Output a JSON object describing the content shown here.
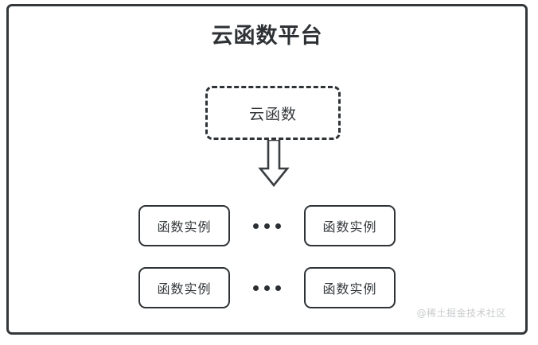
{
  "diagram": {
    "platform": {
      "title": "云函数平台",
      "border_color": "#33373a"
    },
    "cloud_function": {
      "label": "云函数",
      "style": "dashed",
      "border_color": "#2f3336"
    },
    "arrow": {
      "icon": "down-block-arrow-icon",
      "direction": "down",
      "color": "#3a3e41"
    },
    "instance_rows": [
      {
        "left": {
          "label": "函数实例"
        },
        "separator": {
          "icon": "ellipsis-icon",
          "text": "•••",
          "dot_count": 3
        },
        "right": {
          "label": "函数实例"
        }
      },
      {
        "left": {
          "label": "函数实例"
        },
        "separator": {
          "icon": "ellipsis-icon",
          "text": "•••",
          "dot_count": 3
        },
        "right": {
          "label": "函数实例"
        }
      }
    ],
    "watermark": {
      "text": "@稀土掘金技术社区",
      "color": "#c9cbcd"
    }
  }
}
